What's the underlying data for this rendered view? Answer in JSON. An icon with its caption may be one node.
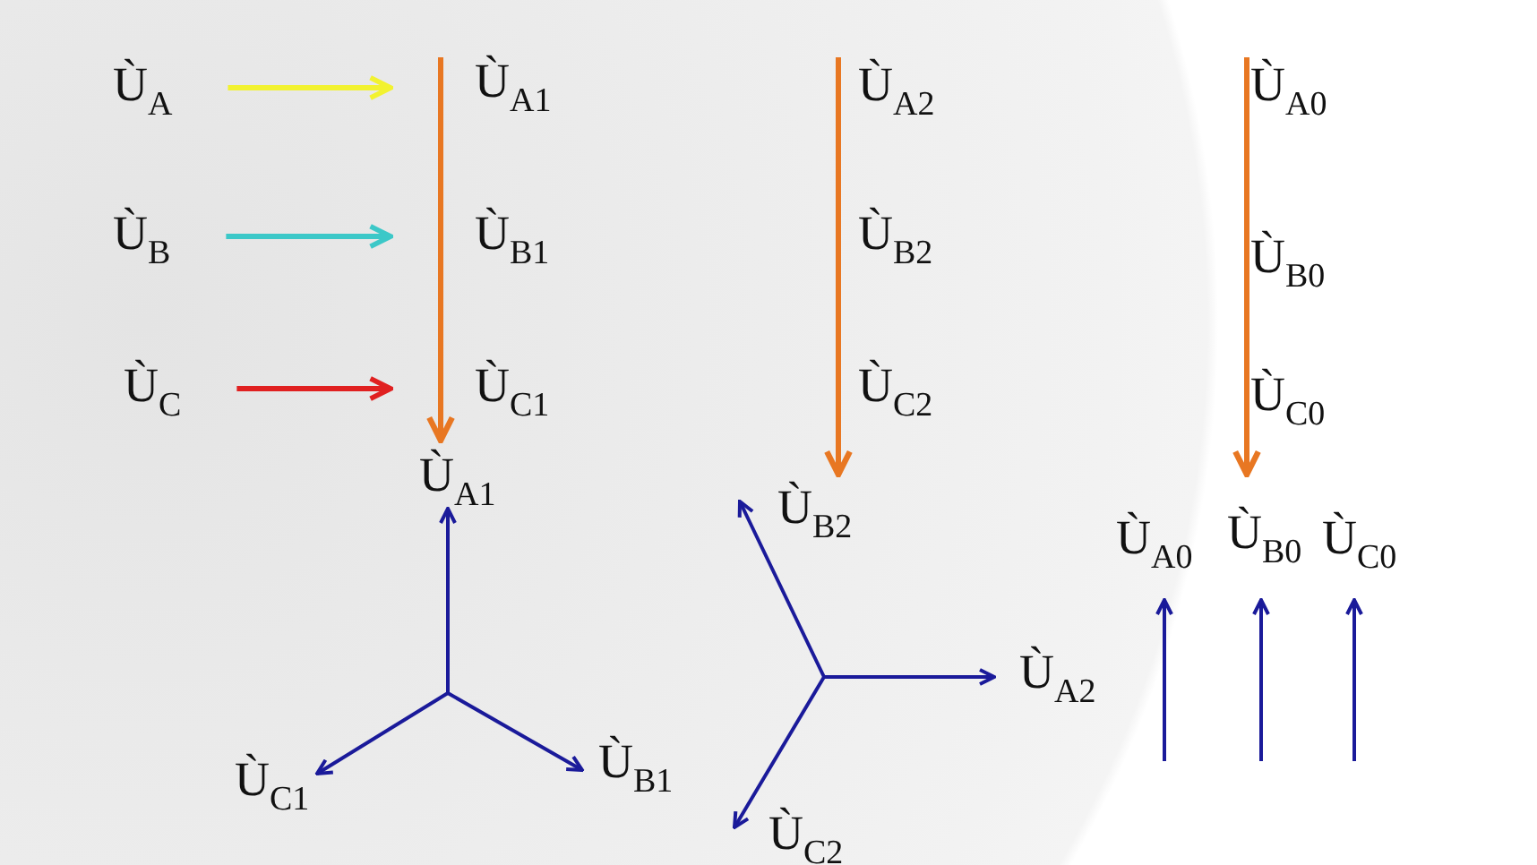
{
  "diagram": {
    "nodes": [
      {
        "text": [
          "Ù$_{A}$"
        ]
      },
      {
        "text": [
          "Ù$_{B}$"
        ]
      },
      {
        "text": [
          "Ù$_{C}$"
        ]
      },
      {
        "text": [
          "Ù$_{A1}$"
        ]
      },
      {
        "text": [
          "Ù$_{B1}$"
        ]
      },
      {
        "text": [
          "Ù$_{C1}$"
        ]
      }
    ],
    "edges": [
      {
        "from": 0,
        "to": 3,
        "arrow": "to",
        "color": "#f2f230"
      },
      {
        "from": 1,
        "to": 4,
        "arrow": "to",
        "color": "#3cc8c8"
      },
      {
        "from": 2,
        "to": 5,
        "arrow": "to",
        "color": "#e02020"
      }
    ],
    "labels": [
      "Ù$_{A2}$",
      "Ù$_{B2}$",
      "Ù$_{C2}$",
      "Ù$_{A0}$",
      "Ù$_{B0}$",
      "Ù$_{C0}$",
      "Ù$_{A1}$",
      "Ù$_{B2}$",
      "Ù$_{A0}$",
      "Ù$_{B0}$",
      "Ù$_{C0}$",
      "Ù$_{A2}$",
      "Ù$_{C1}$",
      "Ù$_{B1}$",
      "Ù$_{C2}$"
    ]
  }
}
